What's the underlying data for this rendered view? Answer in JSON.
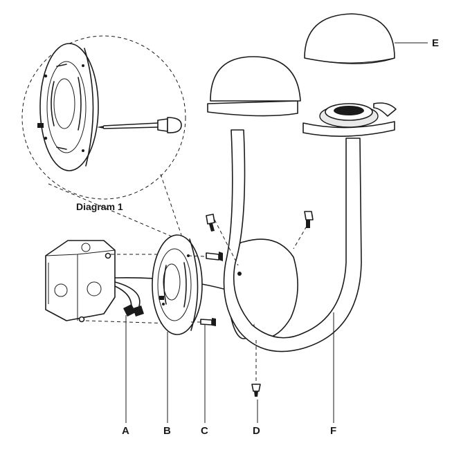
{
  "diagram": {
    "inset_caption": "Diagram 1",
    "labels": {
      "a": "A",
      "b": "B",
      "c": "C",
      "d": "D",
      "e": "E",
      "f": "F"
    }
  }
}
